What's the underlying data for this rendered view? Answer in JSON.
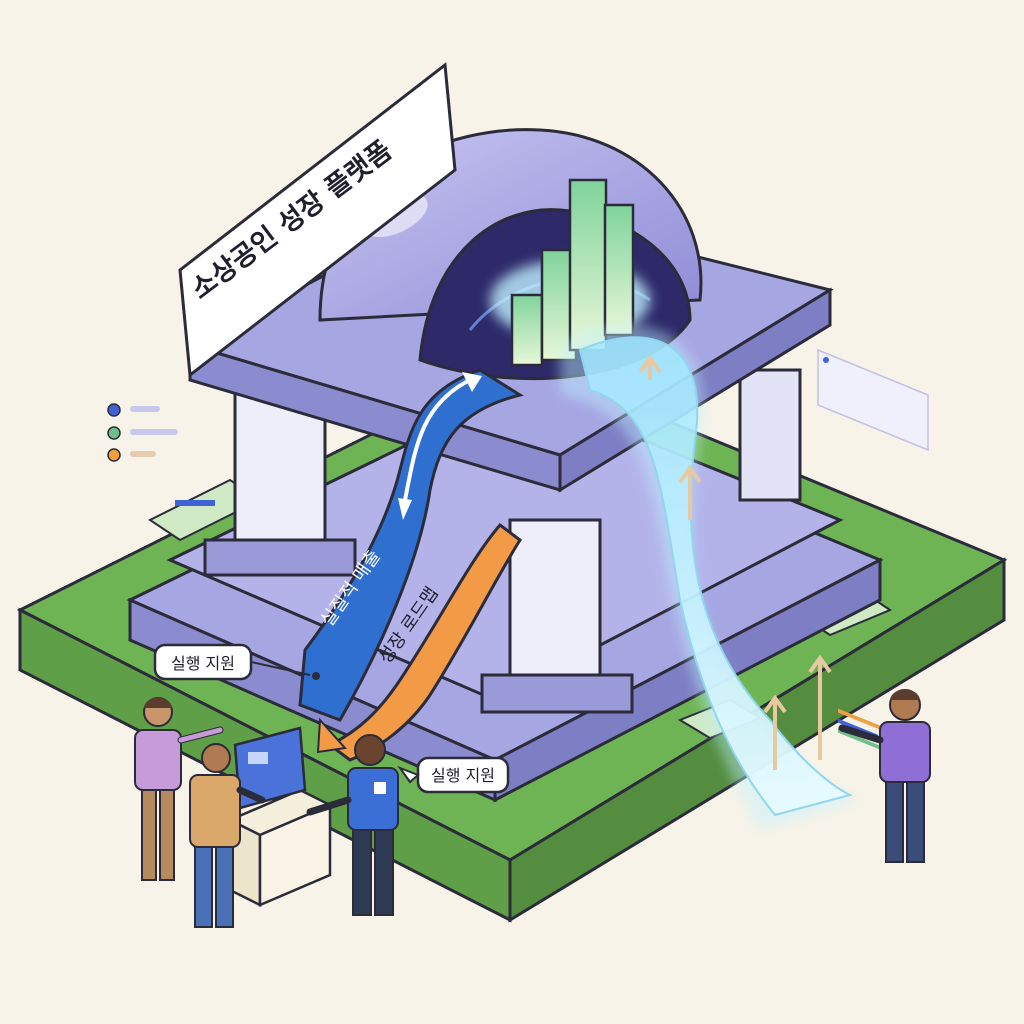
{
  "title_sign": {
    "text": "소상공인 성장 플랫폼"
  },
  "ribbons": {
    "blue_label": "실질적 매출",
    "orange_label": "성장 로드맵"
  },
  "callouts": {
    "left": "실행 지원",
    "right": "실행 지원"
  },
  "colors": {
    "background": "#f7f3e8",
    "building": "#a6a6e2",
    "building_dark": "#8b8bd0",
    "ground": "#7fbf64",
    "blue_ribbon": "#2f6fd0",
    "orange_ribbon": "#f29a45",
    "glow": "#bff1ff",
    "legend_blue": "#3f63d6",
    "legend_green": "#6fc08a",
    "legend_orange": "#f0a040"
  },
  "icons": [
    "bar-chart-icon",
    "up-arrow-icon",
    "person-icon",
    "kiosk-icon",
    "legend-dot-icon"
  ]
}
